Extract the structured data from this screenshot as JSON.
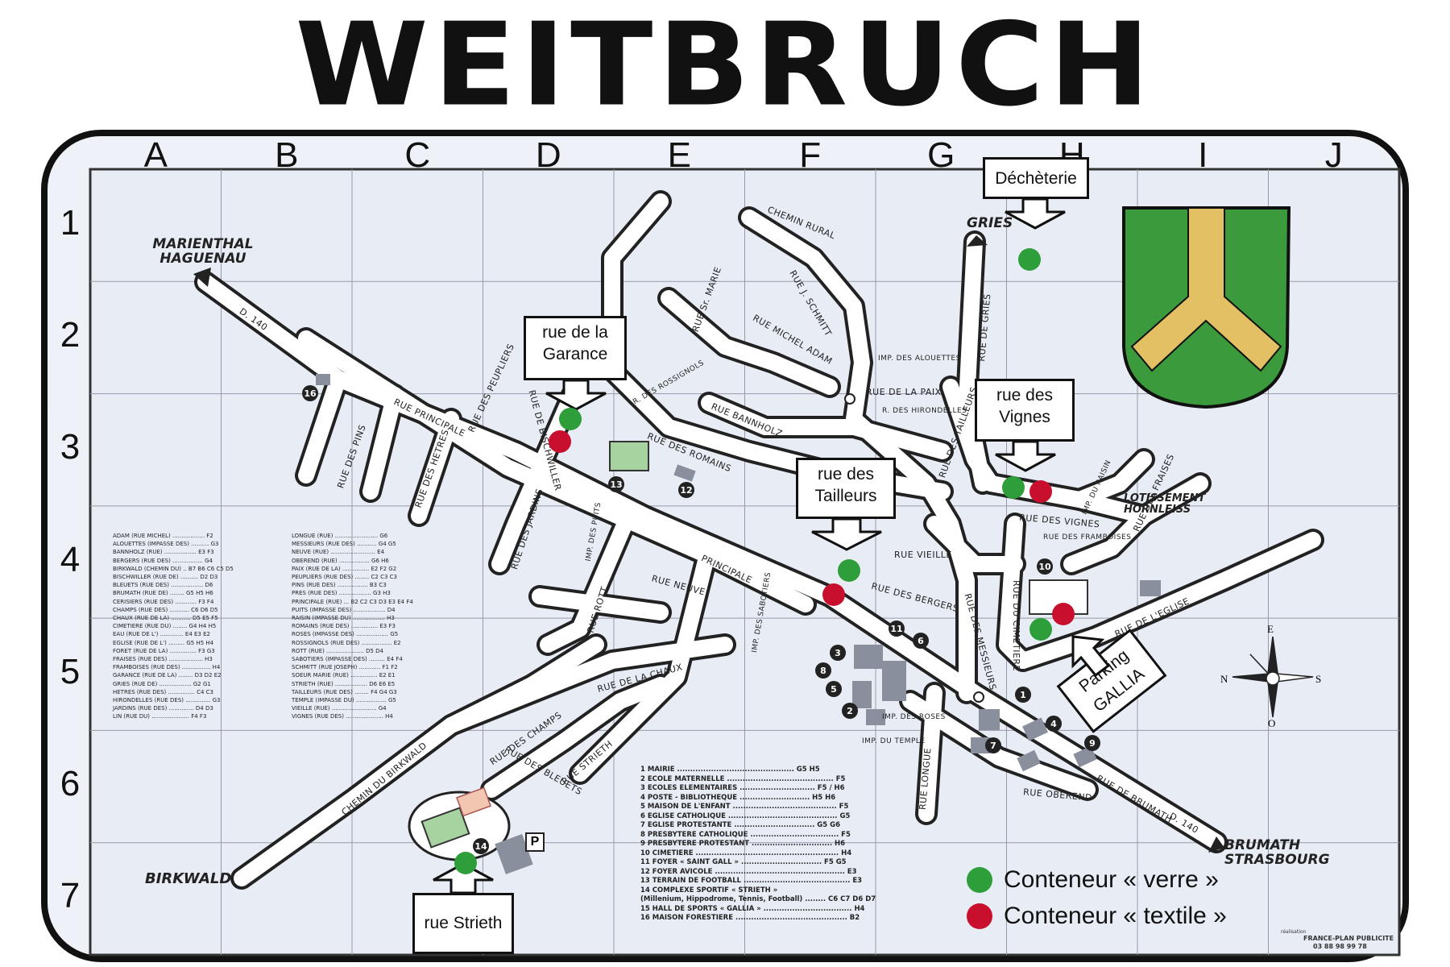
{
  "title": "WEITBRUCH",
  "columns": [
    "A",
    "B",
    "C",
    "D",
    "E",
    "F",
    "G",
    "H",
    "I",
    "J"
  ],
  "rows": [
    "1",
    "2",
    "3",
    "4",
    "5",
    "6",
    "7"
  ],
  "places": {
    "marienthal": "MARIENTHAL HAGUENAU",
    "gries": "GRIES",
    "birkwald": "BIRKWALD",
    "brumath": "BRUMATH STRASBOURG",
    "lotissement": "LOTISSEMENT HORNLEISS"
  },
  "streets": {
    "chemin_rural": "CHEMIN RURAL",
    "rue_principale_w": "RUE PRINCIPALE",
    "rue_principale_c": "PRINCIPALE",
    "rue_des_pins": "RUE DES PINS",
    "rue_des_hetres": "RUE DES HETRES",
    "rue_des_peupliers": "RUE DES PEUPLIERS",
    "rue_de_bischwiller": "RUE DE BISCHWILLER",
    "rue_des_jardins": "RUE DES JARDINS",
    "rue_des_romains": "RUE DES ROMAINS",
    "rue_bannholz": "RUE BANNHOLZ",
    "rue_michel_adam": "RUE MICHEL ADAM",
    "rue_sr_marie": "RUE Sr. MARIE",
    "rue_j_schmitt": "RUE J. SCHMITT",
    "rue_de_la_paix": "RUE DE LA PAIX",
    "rue_des_tailleurs": "RUE DES TAILLEURS",
    "rue_des_gries": "RUE DE GRIES",
    "rue_rott": "RUE ROTT",
    "rue_neuve": "RUE NEUVE",
    "rue_de_la_chaux": "RUE DE LA CHAUX",
    "rue_strieth": "RUE STRIETH",
    "rue_des_champs": "RUE DES CHAMPS",
    "rue_des_bleuets": "RUE DES BLEUETS",
    "chemin_du_birkwald": "CHEMIN DU BIRKWALD",
    "rue_du_cimetiere": "RUE DU CIMETIERE",
    "rue_de_l_eglise": "RUE DE L'EGLISE",
    "rue_des_messieurs": "RUE DES MESSIEURS",
    "rue_vieille": "RUE VIEILLE",
    "rue_des_bergers": "RUE DES BERGERS",
    "rue_longue": "RUE LONGUE",
    "rue_oberend": "RUE OBEREND",
    "rue_de_brumath": "RUE DE BRUMATH",
    "rue_des_vignes_label": "RUE DES VIGNES",
    "rue_des_framboises": "RUE DES FRAMBOISES",
    "rue_des_fraises": "RUE DES FRAISES",
    "imp_du_raisin": "IMP. DU RAISIN",
    "imp_des_alouettes": "IMP. DES ALOUETTES",
    "rue_des_hirondelles": "R. DES HIRONDELLES",
    "imp_des_roses": "IMP. DES ROSES",
    "imp_du_temple": "IMP. DU TEMPLE",
    "imp_des_puits": "IMP. DES PUITS",
    "imp_des_sabotiers": "IMP. DES SABOTIERS",
    "r_des_rossignols": "R. DES ROSSIGNOLS",
    "d140_nw": "D. 140",
    "d140_se": "D. 140"
  },
  "callouts": {
    "decheterie": "Déchèterie",
    "garance": "rue de la Garance",
    "vignes": "rue des Vignes",
    "tailleurs": "rue des Tailleurs",
    "gallia": "Parking GALLIA",
    "strieth": "rue Strieth"
  },
  "legend": {
    "verre": "Conteneur « verre »",
    "textile": "Conteneur « textile »"
  },
  "colors": {
    "verre": "#2e9e3a",
    "textile": "#c8102e",
    "map_bg": "#e8edf5",
    "road": "#ffffff",
    "crest_green": "#3b9a3b",
    "crest_gold": "#e3c063"
  },
  "street_index_left": [
    "ADAM (RUE MICHEL) .................. F2",
    "ALOUETTES (IMPASSE DES) .......... G3",
    "BANNHOLZ (RUE) .................. E3 F3",
    "BERGERS (RUE DES) ................. G4",
    "BIRKWALD (CHEMIN DU) .. B7 B6 C6 C5 D5",
    "BISCHWILLER (RUE DE) .......... D2 D3",
    "BLEUETS (RUE DES) .................. D6",
    "BRUMATH (RUE DE) ........ G5 H5 H6",
    "CERISIERS (RUE DES) ............ F3 F4",
    "CHAMPS (RUE DES) ........... C6 D6 D5",
    "CHAUX (RUE DE LA) ........... D5 E5 F5",
    "CIMETIERE (RUE DU) ........ G4 H4 H5",
    "EAU (RUE DE L') ............. E4 E3 E2",
    "EGLISE (RUE DE L') ......... G5 H5 H4",
    "FORET (RUE DE LA) ............... F3 G3",
    "FRAISES (RUE DES) ................... H3",
    "FRAMBOISES (RUE DES) ................ H4",
    "GARANCE (RUE DE LA) ........ D3 D2 E2",
    "GRIES (RUE DE) .................. G2 G1",
    "HETRES (RUE DES) ............... C4 C3",
    "HIRONDELLES (RUE DES) .............. G3",
    "JARDINS (RUE DES) .............. D4 D3",
    "LIN (RUE DU) ..................... F4 F3"
  ],
  "street_index_right": [
    "LONGUE (RUE) ........................ G6",
    "MESSIEURS (RUE DES) ........... G4 G5",
    "NEUVE (RUE) ......................... E4",
    "OBEREND (RUE) ................. G6 H6",
    "PAIX (RUE DE LA) ............... E2 F2 G2",
    "PEUPLIERS (RUE DES) ........ C2 C3 C3",
    "PINS (RUE DES) ................. B3 C3",
    "PRES (RUE DES) .................. G3 H3",
    "PRINCIPALE (RUE) ... B2 C2 C3 D3 E3 E4 F4",
    "PUITS (IMPASSE DES) .................. D4",
    "RAISIN (IMPASSE DU) .................. H3",
    "ROMAINS (RUE DES) ............... E3 F3",
    "ROSES (IMPASSE DES) .................. G5",
    "ROSSIGNOLS (RUE DES) ................. E2",
    "ROTT (RUE) ..................... D5 D4",
    "SABOTIERS (IMPASSE DES) ......... E4 F4",
    "SCHMITT (RUE JOSEPH) ............ F1 F2",
    "SOEUR MARIE (RUE) ............... E2 E1",
    "STRIETH (RUE) .................. D6 E6 E5",
    "TAILLEURS (RUE DES) ........ F4 G4 G3",
    "TEMPLE (IMPASSE DU) ................. G5",
    "VIEILLE (RUE) ......................... G4",
    "VIGNES (RUE DES) ..................... H4"
  ],
  "poi_list": [
    "1  MAIRIE ............................................. G5 H5",
    "2  ECOLE MATERNELLE ......................................... F5",
    "3  ECOLES ELEMENTAIRES ............................. F5 / H6",
    "4  POSTE - BIBLIOTHEQUE ........................... H5 H6",
    "5  MAISON DE L'ENFANT ........................................ F5",
    "6  EGLISE CATHOLIQUE .......................................... G5",
    "7  EGLISE PROTESTANTE ............................... G5 G6",
    "8  PRESBYTERE CATHOLIQUE .................................. F5",
    "9  PRESBYTERE PROTESTANT ............................... H6",
    "10 CIMETIERE ....................................................... H4",
    "11 FOYER « SAINT GALL » ............................... F5 G5",
    "12 FOYER AVICOLE .................................................. E3",
    "13 TERRAIN DE FOOTBALL ......................................... E3",
    "14 COMPLEXE SPORTIF « STRIETH »",
    "    (Millenium, Hippodrome, Tennis, Football) ........ C6 C7 D6 D7",
    "15 HALL DE SPORTS « GALLIA » .................................. H4",
    "16 MAISON FORESTIERE ........................................... B2"
  ],
  "poi_numbers": [
    "1",
    "2",
    "3",
    "4",
    "5",
    "6",
    "7",
    "8",
    "9",
    "10",
    "11",
    "12",
    "13",
    "14",
    "16"
  ],
  "parking_letter": "P",
  "compass": {
    "n": "N",
    "s": "S",
    "e": "E",
    "o": "O"
  },
  "publisher": "FRANCE-PLAN PUBLICITE",
  "publisher_phone": "03 88 98 99 78",
  "realisation": "réalisation"
}
